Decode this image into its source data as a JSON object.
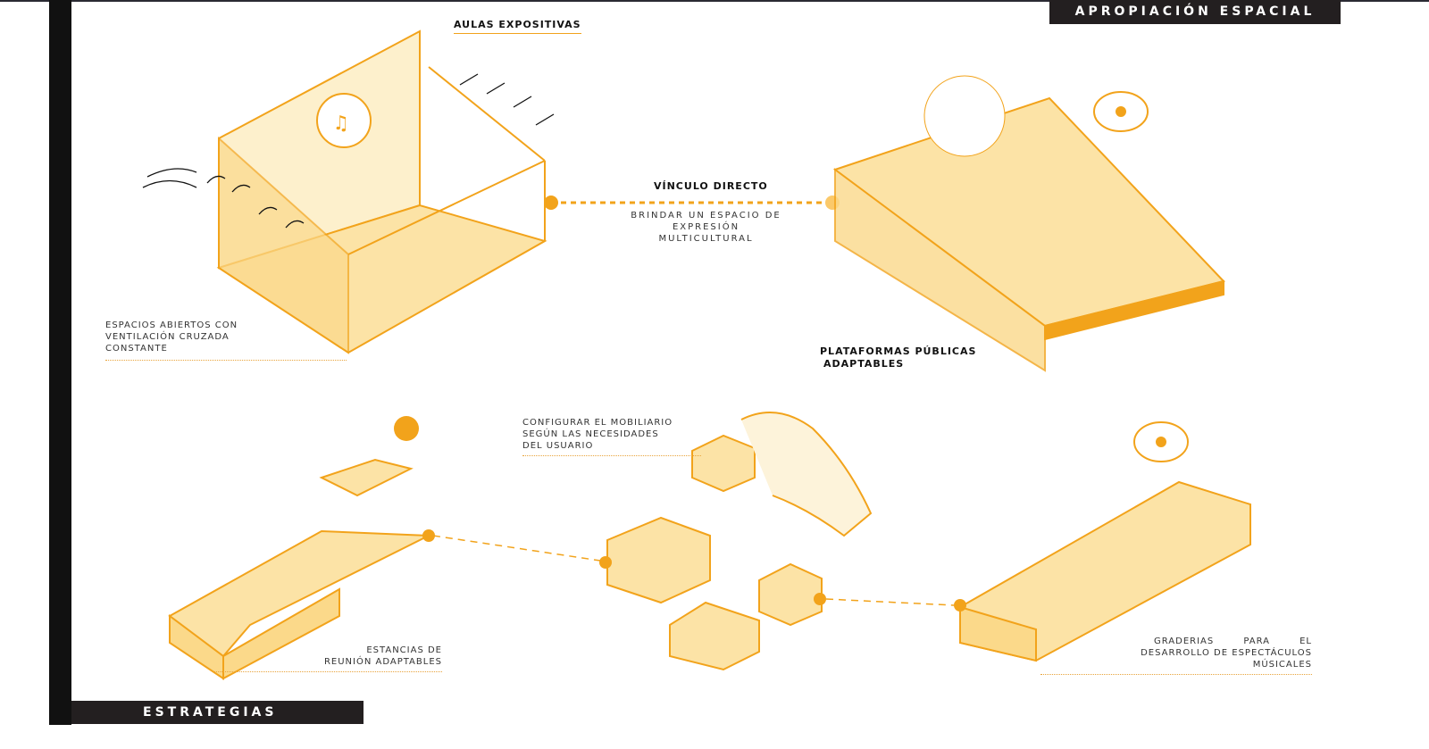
{
  "header": {
    "title": "APROPIACIÓN ESPACIAL"
  },
  "footer": {
    "section": "ESTRATEGIAS"
  },
  "labels": {
    "aulas": "AULAS EXPOSITIVAS",
    "vinculo_title": "VÍNCULO DIRECTO",
    "vinculo_desc_1": "BRINDAR UN ESPACIO DE EXPRESIÓN",
    "vinculo_desc_2": "MULTICULTURAL",
    "ventilacion_1": "ESPACIOS ABIERTOS CON",
    "ventilacion_2": "VENTILACIÓN CRUZADA",
    "ventilacion_3": "CONSTANTE",
    "plataformas_1": "PLATAFORMAS PÚBLICAS",
    "plataformas_2": "ADAPTABLES",
    "mobiliario_1": "CONFIGURAR EL MOBILIARIO",
    "mobiliario_2": "SEGÚN LAS NECESIDADES",
    "mobiliario_3": "DEL USUARIO",
    "estancias_1": "ESTANCIAS DE",
    "estancias_2": "REUNIÓN ADAPTABLES",
    "graderias_1": "GRADERIAS PARA EL",
    "graderias_2": "DESARROLLO DE ESPECTÁCULOS",
    "graderias_3": "MÚSICALES"
  },
  "colors": {
    "accent": "#F2A31B",
    "fill": "#FCE3A6",
    "dark": "#231F20"
  }
}
